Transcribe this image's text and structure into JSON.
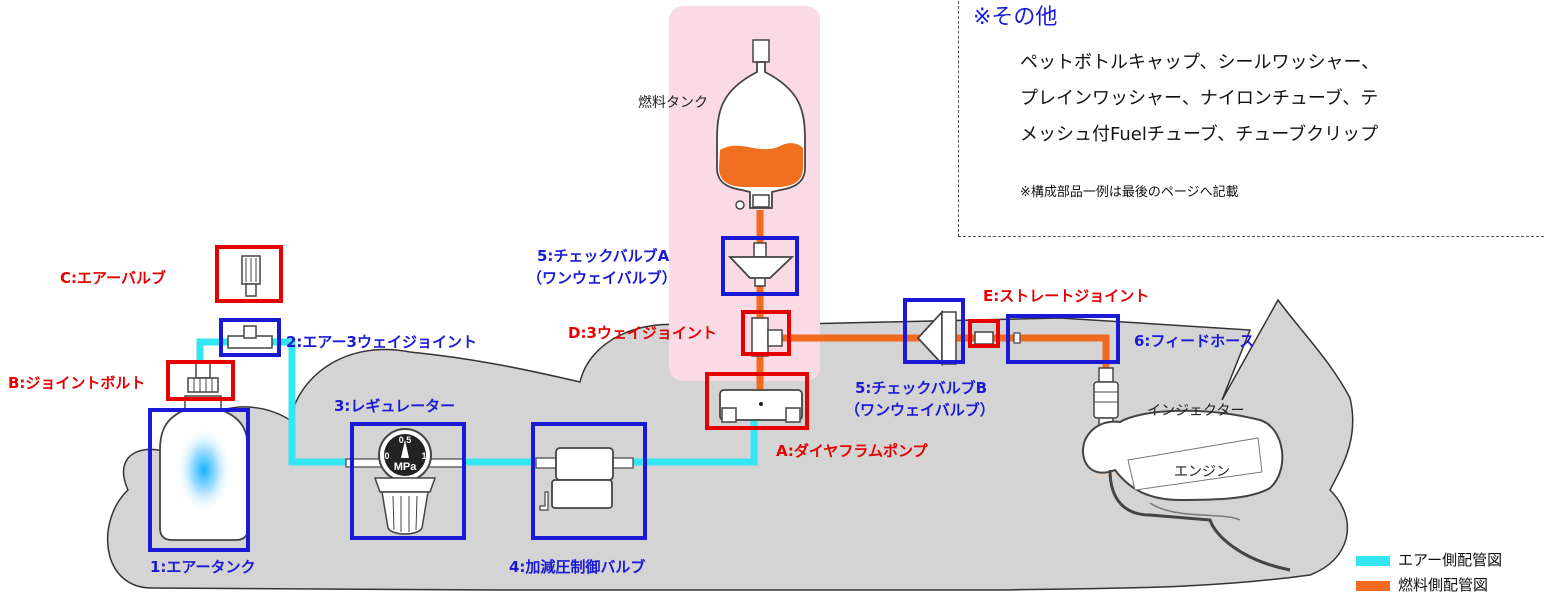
{
  "colors": {
    "air": "#33e6f2",
    "fuel": "#f26a1f",
    "red_box": "#e60000",
    "blue_box": "#1a1ad6",
    "cloud": "#d4d4d4",
    "tank_zone": "#fadbe5"
  },
  "labels": {
    "c_air_valve": "C:エアーバルブ",
    "air_3way_joint": "2:エアー3ウェイジョイント",
    "b_joint_bolt": "B:ジョイントボルト",
    "regulator": "3:レギュレーター",
    "air_tank": "1:エアータンク",
    "pressure_valve": "4:加減圧制御バルブ",
    "fuel_tank": "燃料タンク",
    "check_valve_a": "5:チェックバルブA",
    "check_valve_a_sub": "（ワンウェイバルブ）",
    "d_3way_joint": "D:3ウェイジョイント",
    "a_diaphragm_pump": "A:ダイヤフラムポンプ",
    "check_valve_b": "5:チェックバルブB",
    "check_valve_b_sub": "（ワンウェイバルブ）",
    "e_straight_joint": "E:ストレートジョイント",
    "feed_hose": "6:フィードホース",
    "injector": "インジェクター",
    "engine": "エンジン",
    "gauge_value": "0.5",
    "gauge_zero": "0",
    "gauge_one": "1",
    "gauge_unit": "MPa"
  },
  "note": {
    "title": "※その他",
    "line1": "ペットボトルキャップ、シールワッシャー、",
    "line2": "プレインワッシャー、ナイロンチューブ、テ",
    "line3": "メッシュ付Fuelチューブ、チューブクリップ",
    "small": "※構成部品一例は最後のページへ記載"
  },
  "legend": {
    "air": "エアー側配管図",
    "fuel": "燃料側配管図"
  }
}
